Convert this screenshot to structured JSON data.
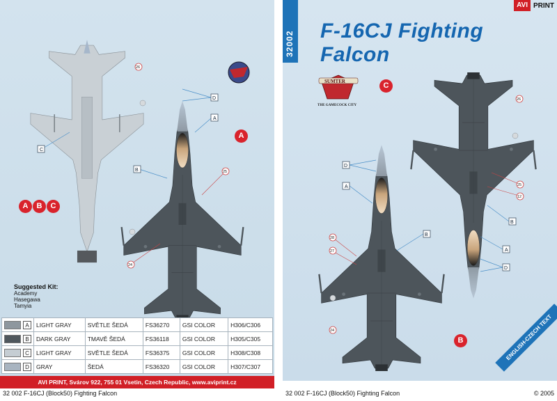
{
  "brand": {
    "avi": "AVI",
    "print": "PRINT"
  },
  "sheet_code": "32002",
  "title": "F-16CJ Fighting Falcon",
  "suggested_kit": {
    "title": "Suggested Kit:",
    "makers": [
      "Academy",
      "Hasegawa",
      "Tamyia"
    ]
  },
  "colors": {
    "rows": [
      {
        "letter": "A",
        "name": "LIGHT GRAY",
        "czech": "SVĚTLE ŠEDÁ",
        "fs": "FS36270",
        "gsi": "GSI COLOR",
        "codes": "H306/C306",
        "hex": "#8e979e"
      },
      {
        "letter": "B",
        "name": "DARK GRAY",
        "czech": "TMAVĚ ŠEDÁ",
        "fs": "FS36118",
        "gsi": "GSI COLOR",
        "codes": "H305/C305",
        "hex": "#4f575d"
      },
      {
        "letter": "C",
        "name": "LIGHT GRAY",
        "czech": "SVĚTLE ŠEDÁ",
        "fs": "FS36375",
        "gsi": "GSI COLOR",
        "codes": "H308/C308",
        "hex": "#c5cdd3"
      },
      {
        "letter": "D",
        "name": "GRAY",
        "czech": "ŠEDÁ",
        "fs": "FS36320",
        "gsi": "GSI COLOR",
        "codes": "H307/C307",
        "hex": "#a8b4c0"
      }
    ]
  },
  "footer": "AVI PRINT, Svárov 922, 755 01 Vsetin, Czech Republic, www.aviprint.cz",
  "captions": {
    "left": "32 002 F-16CJ (Block50) Fighting Falcon",
    "right": "32 002 F-16CJ (Block50) Fighting Falcon"
  },
  "copyright": "© 2005",
  "language_ribbon": "ENGLISH-CZECH TEXT",
  "schemes": {
    "a": "A",
    "b": "B",
    "c": "C"
  },
  "insignia_text": {
    "top": "SUMTER",
    "bottom": "THE GAMECOCK CITY"
  },
  "callouts": {
    "left_topview": [
      "26",
      "C"
    ],
    "left_sideview": [
      "D",
      "A",
      "B",
      "25",
      "24"
    ],
    "right_topview": [
      "26",
      "25",
      "12",
      "B",
      "A",
      "D"
    ],
    "right_sideview": [
      "D",
      "A",
      "B",
      "28",
      "27",
      "24"
    ]
  },
  "palette": {
    "accent_red": "#d11f26",
    "accent_blue": "#1e73b8",
    "camo_dark": "#4d555b",
    "camo_light": "#c9d0d5"
  }
}
